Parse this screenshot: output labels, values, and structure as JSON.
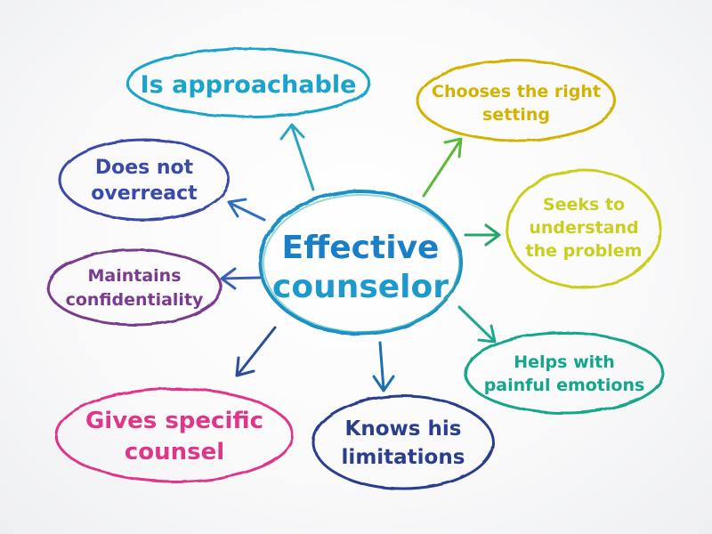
{
  "center": {
    "lines": [
      "Effective",
      "counselor"
    ],
    "color": "#1a8fc9"
  },
  "nodes": [
    {
      "id": "approachable",
      "lines": [
        "Is approachable"
      ],
      "color": "#1aa3cc"
    },
    {
      "id": "right-setting",
      "lines": [
        "Chooses the right",
        "setting"
      ],
      "color": "#d4b300"
    },
    {
      "id": "seeks-understand",
      "lines": [
        "Seeks to",
        "understand",
        "the problem"
      ],
      "color": "#c9cf1f"
    },
    {
      "id": "painful-emotions",
      "lines": [
        "Helps with",
        "painful emotions"
      ],
      "color": "#13a68a"
    },
    {
      "id": "limitations",
      "lines": [
        "Knows his",
        "limitations"
      ],
      "color": "#2a3e8f"
    },
    {
      "id": "specific-counsel",
      "lines": [
        "Gives specific",
        "counsel"
      ],
      "color": "#e0368a"
    },
    {
      "id": "confidentiality",
      "lines": [
        "Maintains",
        "confidentiality"
      ],
      "color": "#7a3b8f"
    },
    {
      "id": "overreact",
      "lines": [
        "Does not",
        "overreact"
      ],
      "color": "#3a4aa8"
    }
  ],
  "arrow_colors": {
    "approachable": "#2aa7c0",
    "right-setting": "#5cb83a",
    "seeks-understand": "#27a56a",
    "painful-emotions": "#1fa88c",
    "limitations": "#1d6fb0",
    "specific-counsel": "#2a4d9c",
    "confidentiality": "#3a5fb8",
    "overreact": "#2f6fc0"
  }
}
